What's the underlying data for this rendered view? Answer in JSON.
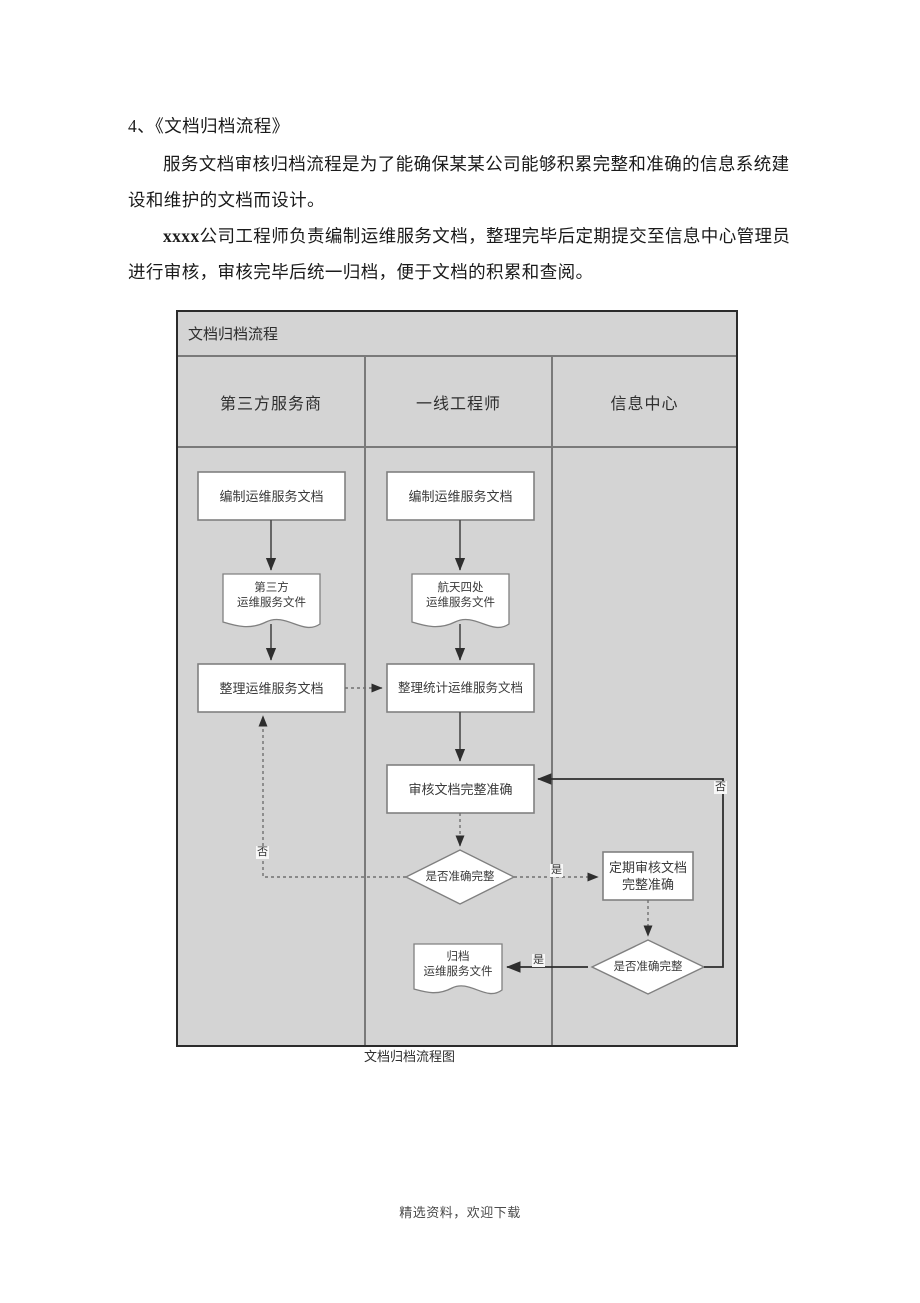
{
  "document": {
    "heading": "4、《文档归档流程》",
    "paragraph_1": "服务文档审核归档流程是为了能确保某某公司能够积累完整和准确的信息系统建设和维护的文档而设计。",
    "paragraph_2_bold": "xxxx",
    "paragraph_2_rest": "公司工程师负责编制运维服务文档，整理完毕后定期提交至信息中心管理员进行审核，审核完毕后统一归档，便于文档的积累和查阅。",
    "figure_caption": "文档归档流程图",
    "footer": "精选资料，欢迎下载"
  },
  "flowchart": {
    "title": "文档归档流程",
    "lanes": [
      {
        "label": "第三方服务商"
      },
      {
        "label": "一线工程师"
      },
      {
        "label": "信息中心"
      }
    ],
    "nodes": {
      "n1": {
        "label": "编制运维服务文档",
        "shape": "process",
        "lane": 0
      },
      "n2": {
        "label": "第三方\n运维服务文件",
        "shape": "document",
        "lane": 0
      },
      "n3": {
        "label": "整理运维服务文档",
        "shape": "process",
        "lane": 0
      },
      "n4": {
        "label": "编制运维服务文档",
        "shape": "process",
        "lane": 1
      },
      "n5": {
        "label": "航天四处\n运维服务文件",
        "shape": "document",
        "lane": 1
      },
      "n6": {
        "label": "整理统计运维服务文档",
        "shape": "process",
        "lane": 1
      },
      "n7": {
        "label": "审核文档完整准确",
        "shape": "process",
        "lane": 1
      },
      "n8": {
        "label": "是否准确完整",
        "shape": "decision",
        "lane": 1
      },
      "n9": {
        "label": "归档\n运维服务文件",
        "shape": "document",
        "lane": 1
      },
      "n10": {
        "label": "定期审核文档\n完整准确",
        "shape": "process",
        "lane": 2
      },
      "n11": {
        "label": "是否准确完整",
        "shape": "decision",
        "lane": 2
      }
    },
    "edge_labels": {
      "no_left": "否",
      "yes_right": "是",
      "yes_archive": "是",
      "no_right": "否"
    },
    "colors": {
      "lane_background": "#d4d4d4",
      "node_fill": "#ffffff",
      "node_stroke": "#808080",
      "border": "#2b2b2b",
      "divider": "#7a7a7a",
      "connector": "#4a4a4a"
    }
  }
}
